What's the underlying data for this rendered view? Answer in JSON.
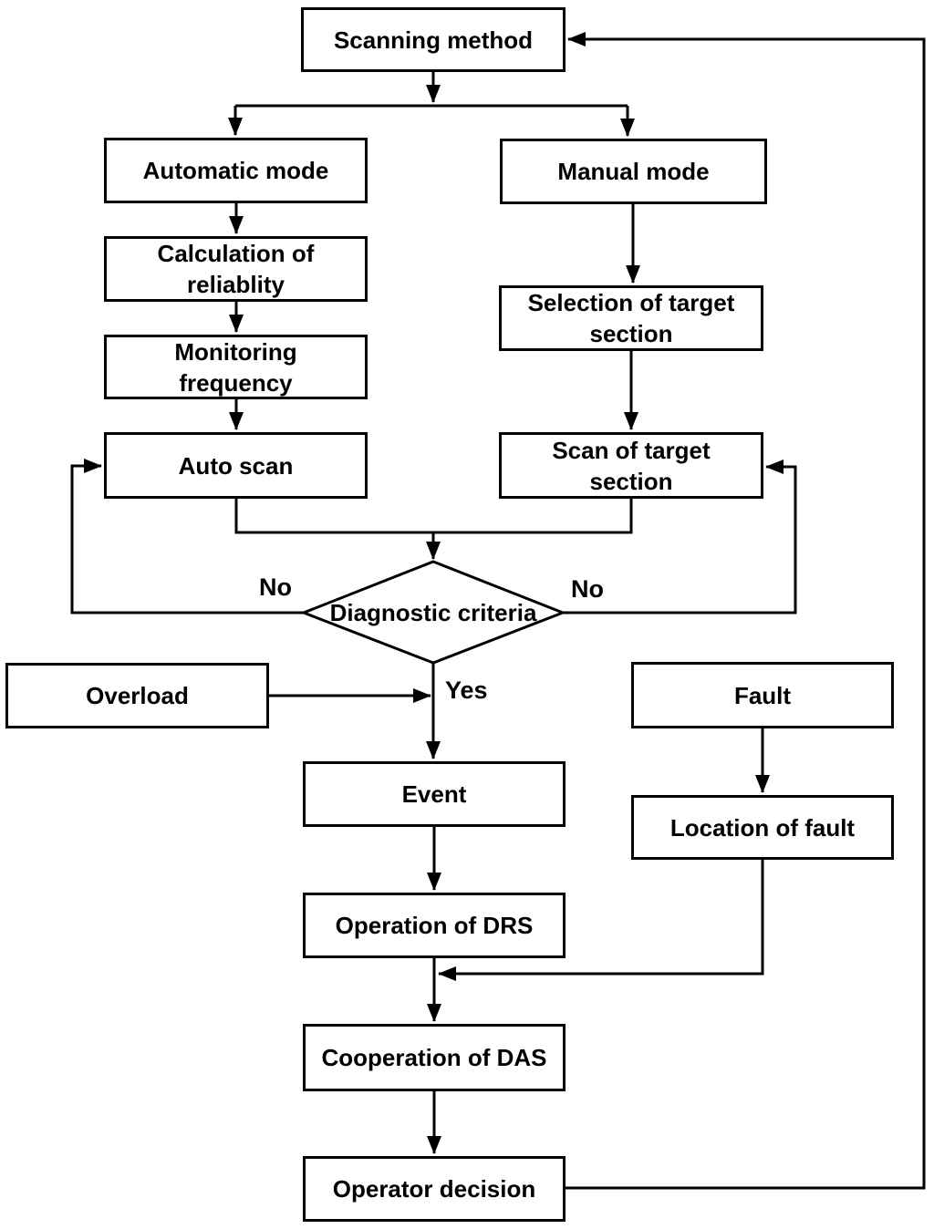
{
  "nodes": {
    "scanning_method": {
      "label": "Scanning method",
      "type": "process"
    },
    "automatic_mode": {
      "label": "Automatic mode",
      "type": "process"
    },
    "manual_mode": {
      "label": "Manual mode",
      "type": "process"
    },
    "calculation_of_reliablity": {
      "label": "Calculation of reliablity",
      "type": "process"
    },
    "monitoring_frequency": {
      "label": "Monitoring frequency",
      "type": "process"
    },
    "auto_scan": {
      "label": "Auto scan",
      "type": "process"
    },
    "selection_of_target_section": {
      "label": "Selection of target section",
      "type": "process"
    },
    "scan_of_target_section": {
      "label": "Scan of target section",
      "type": "process"
    },
    "diagnostic_criteria": {
      "label": "Diagnostic criteria",
      "type": "decision"
    },
    "overload": {
      "label": "Overload",
      "type": "process"
    },
    "fault": {
      "label": "Fault",
      "type": "process"
    },
    "event": {
      "label": "Event",
      "type": "process"
    },
    "location_of_fault": {
      "label": "Location of fault",
      "type": "process"
    },
    "operation_of_drs": {
      "label": "Operation of DRS",
      "type": "process"
    },
    "cooperation_of_das": {
      "label": "Cooperation of DAS",
      "type": "process"
    },
    "operator_decision": {
      "label": "Operator decision",
      "type": "process"
    }
  },
  "edge_labels": {
    "no_left": "No",
    "no_right": "No",
    "yes": "Yes"
  },
  "colors": {
    "line": "#000000",
    "box_fill": "#ffffff",
    "text": "#000000",
    "background": "#ffffff"
  }
}
